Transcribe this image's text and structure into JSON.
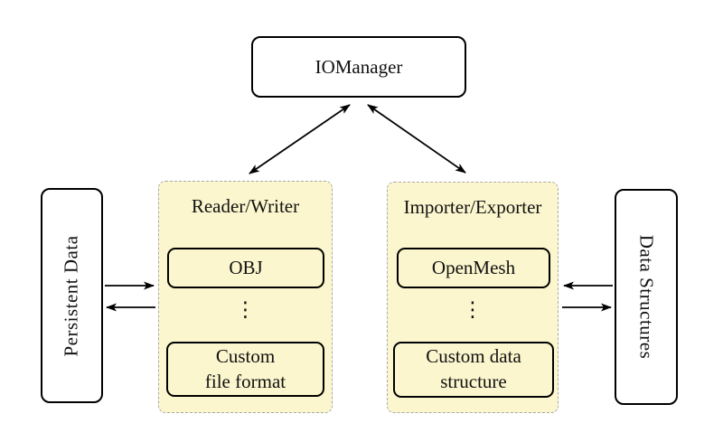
{
  "diagram": {
    "iomanager_label": "IOManager",
    "left_side_label": "Persistent Data",
    "right_side_label": "Data Structures",
    "left_panel": {
      "title": "Reader/Writer",
      "top_item": "OBJ",
      "ellipsis": "⋮",
      "bottom_item": "Custom\nfile format"
    },
    "right_panel": {
      "title": "Importer/Exporter",
      "top_item": "OpenMesh",
      "ellipsis": "⋮",
      "bottom_item": "Custom data\nstructure"
    },
    "arrows": [
      {
        "name": "iomanager-readerwriter",
        "type": "double"
      },
      {
        "name": "iomanager-importerexporter",
        "type": "double"
      },
      {
        "name": "persistentdata-to-readerwriter",
        "type": "single-right"
      },
      {
        "name": "readerwriter-to-persistentdata",
        "type": "single-left"
      },
      {
        "name": "datastructures-to-importerexporter",
        "type": "single-left"
      },
      {
        "name": "importerexporter-to-datastructures",
        "type": "single-right"
      }
    ]
  },
  "colors": {
    "panel_fill": "#FBF6CE",
    "panel_border": "#AAAAAA",
    "node_border": "#000000",
    "node_fill": "#FFFFFF",
    "arrow_color": "#000000"
  }
}
